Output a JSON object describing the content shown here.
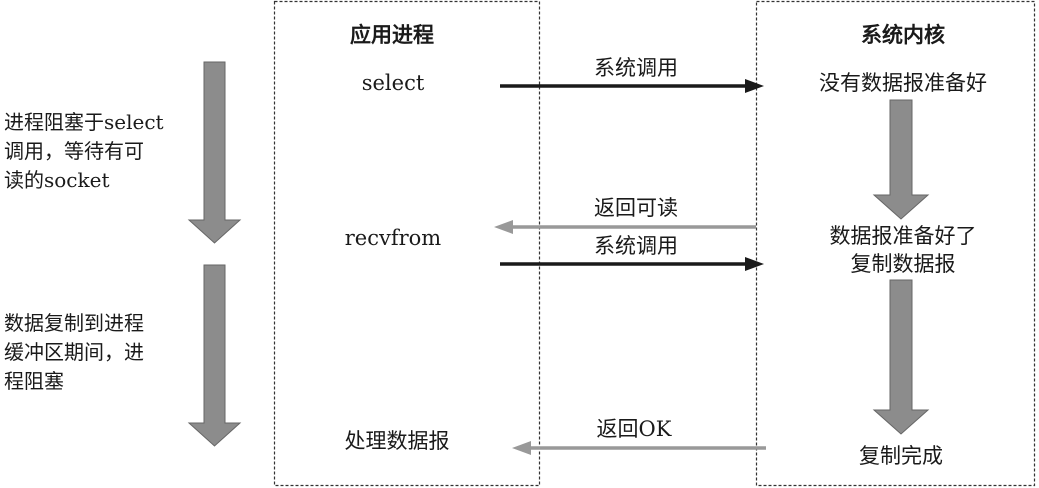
{
  "headers": {
    "app_process": "应用进程",
    "kernel": "系统内核"
  },
  "app_column": {
    "select": "select",
    "recvfrom": "recvfrom",
    "process": "处理数据报"
  },
  "kernel_column": {
    "not_ready": "没有数据报准备好",
    "ready_line1": "数据报准备好了",
    "ready_line2": "复制数据报",
    "copy_done": "复制完成"
  },
  "messages": {
    "syscall_1": "系统调用",
    "return_readable": "返回可读",
    "syscall_2": "系统调用",
    "return_ok": "返回OK"
  },
  "side_notes": {
    "block_select": [
      "进程阻塞于select",
      "调用，等待有可",
      "读的socket"
    ],
    "block_copy": [
      "数据复制到进程",
      "缓冲区期间，进",
      "程阻塞"
    ]
  },
  "colors": {
    "dark_arrow": "#1a1a1a",
    "light_arrow": "#999999",
    "block_arrow": "#8c8c8c",
    "border": "#333333"
  }
}
